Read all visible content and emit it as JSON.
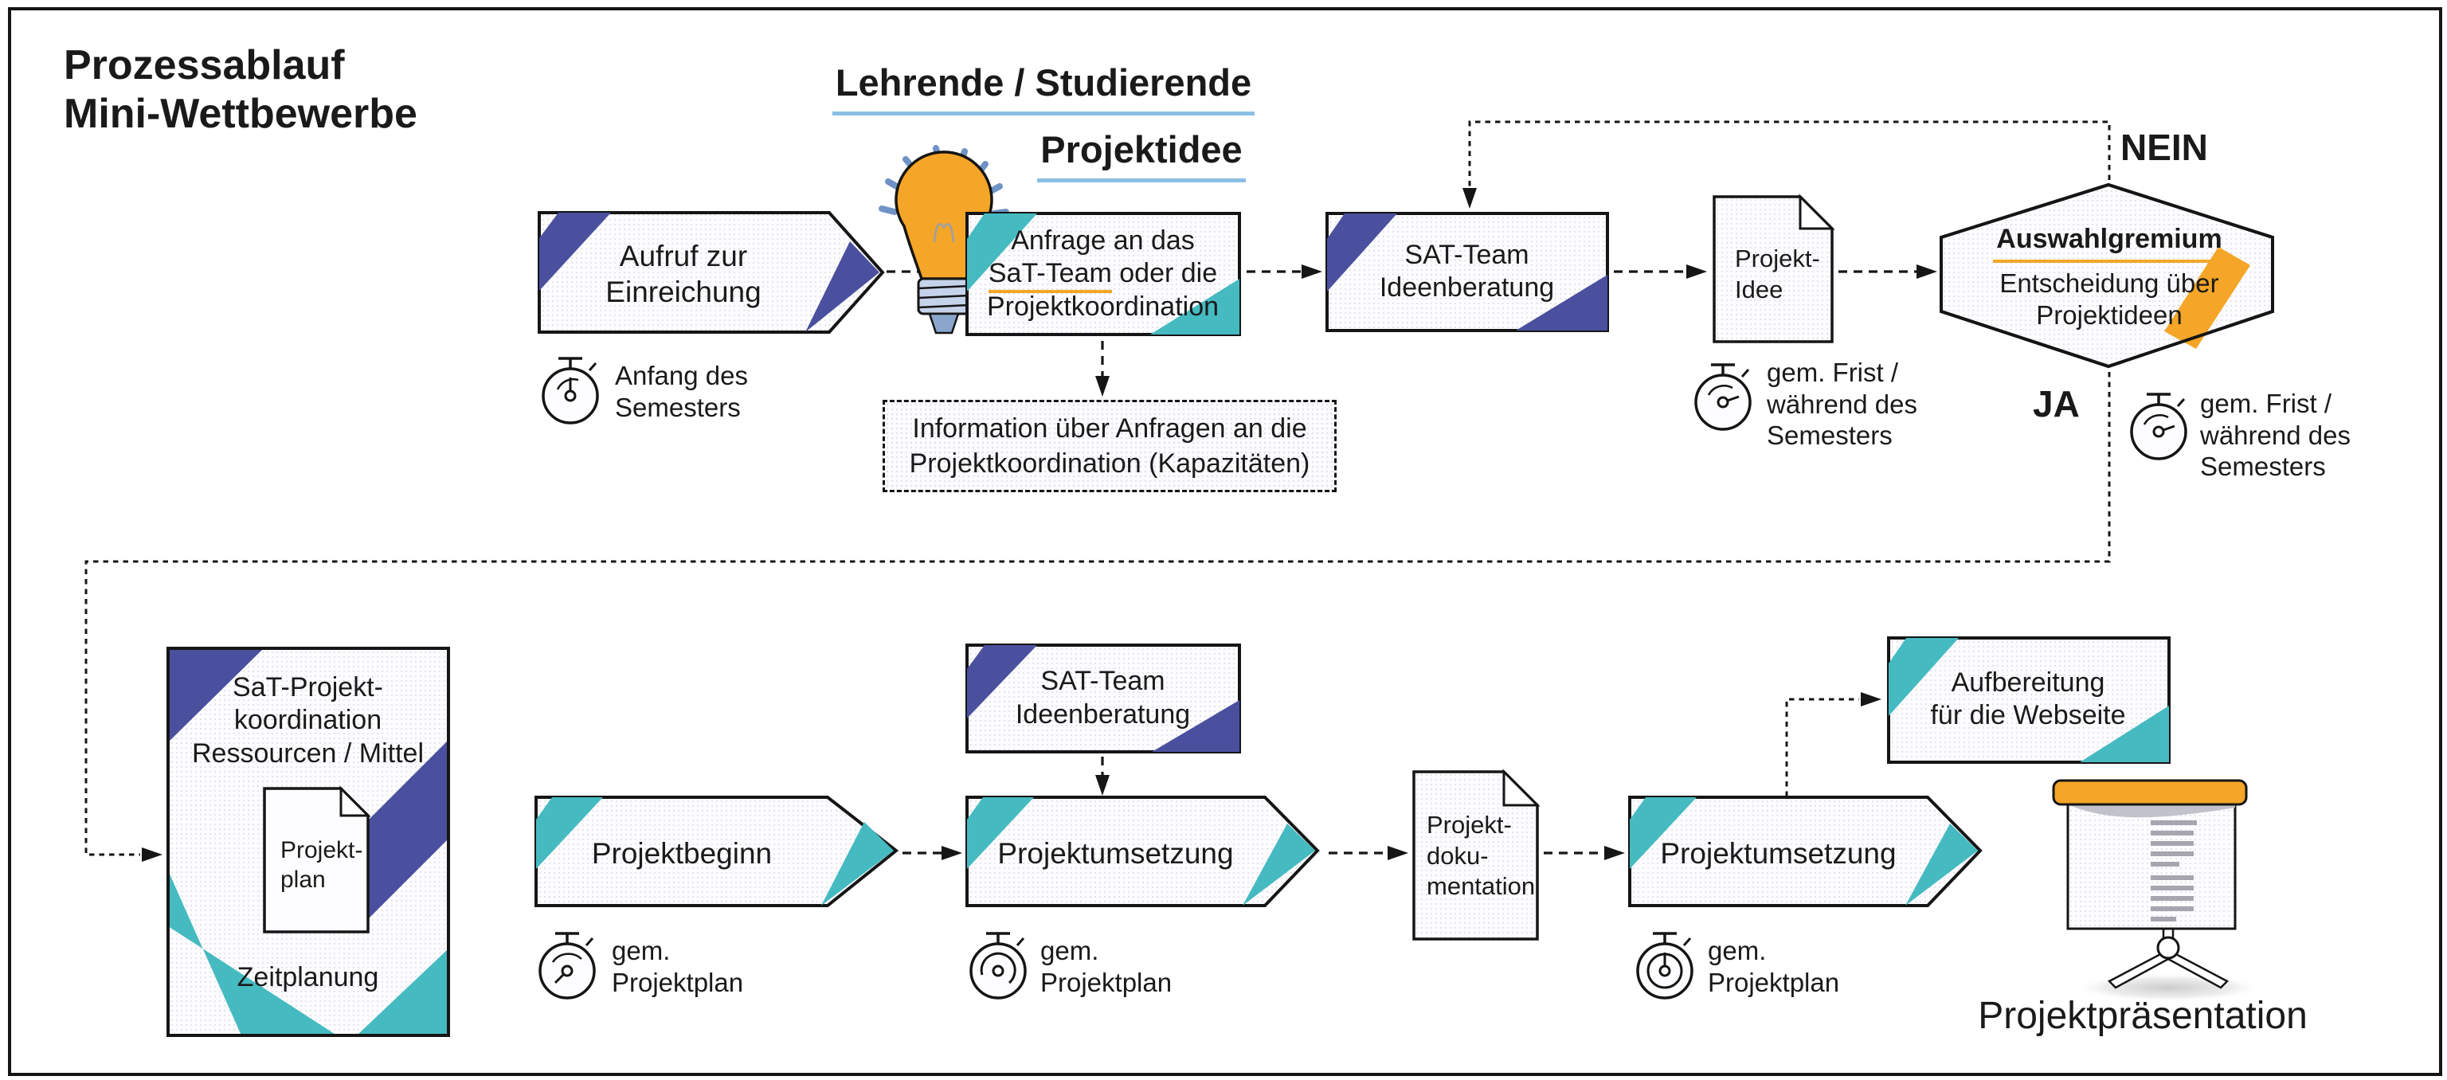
{
  "title": {
    "lines": [
      "Prozessablauf",
      "Mini-Wettbewerbe"
    ]
  },
  "group_headers": {
    "actors": "Lehrende / Studierende",
    "idea": "Projektidee"
  },
  "decision": {
    "no": "NEIN",
    "yes": "JA"
  },
  "nodes": {
    "aufruf": {
      "lines": [
        "Aufruf zur",
        "Einreichung"
      ]
    },
    "anfrage": {
      "line1": "Anfrage an das",
      "underlined": "SaT-Team",
      "line2_rest": " oder die",
      "line3": "Projektkoordination"
    },
    "sat_team_top": {
      "lines": [
        "SAT-Team",
        "Ideenberatung"
      ]
    },
    "projekt_idee_doc": {
      "lines": [
        "Projekt-",
        "Idee"
      ]
    },
    "auswahlgremium": {
      "heading": "Auswahlgremium",
      "lines": [
        "Entscheidung über",
        "Projektideen"
      ]
    },
    "info_note": {
      "lines": [
        "Information über Anfragen an die",
        "Projektkoordination (Kapazitäten)"
      ]
    },
    "koordination": {
      "lines": [
        "SaT-Projekt-",
        "koordination",
        "Ressourcen / Mittel"
      ],
      "doc_lines": [
        "Projekt-",
        "plan"
      ],
      "footer": "Zeitplanung"
    },
    "projektbeginn": {
      "label": "Projektbeginn"
    },
    "sat_team_bottom": {
      "lines": [
        "SAT-Team",
        "Ideenberatung"
      ]
    },
    "projektumsetzung1": {
      "label": "Projektumsetzung"
    },
    "doku_doc": {
      "lines": [
        "Projekt-",
        "doku-",
        "mentation"
      ]
    },
    "projektumsetzung2": {
      "label": "Projektumsetzung"
    },
    "webseite": {
      "lines": [
        "Aufbereitung",
        "für die Webseite"
      ]
    },
    "praesentation": {
      "caption": "Projektpräsentation"
    }
  },
  "timers": [
    {
      "lines": [
        "Anfang des",
        "Semesters"
      ]
    },
    {
      "lines": [
        "gem. Frist /",
        "während des",
        "Semesters"
      ]
    },
    {
      "lines": [
        "gem. Frist /",
        "während des",
        "Semesters"
      ]
    },
    {
      "lines": [
        "gem.",
        "Projektplan"
      ]
    },
    {
      "lines": [
        "gem.",
        "Projektplan"
      ]
    },
    {
      "lines": [
        "gem.",
        "Projektplan"
      ]
    }
  ],
  "icons": [
    "lightbulb-icon",
    "stopwatch-icon",
    "document-icon",
    "flipchart-icon"
  ],
  "colors": {
    "indigo": "#4a509e",
    "teal": "#45bac1",
    "orange": "#f5a527",
    "underline_blue": "#8ac0e2",
    "ink": "#1a1a1a"
  }
}
